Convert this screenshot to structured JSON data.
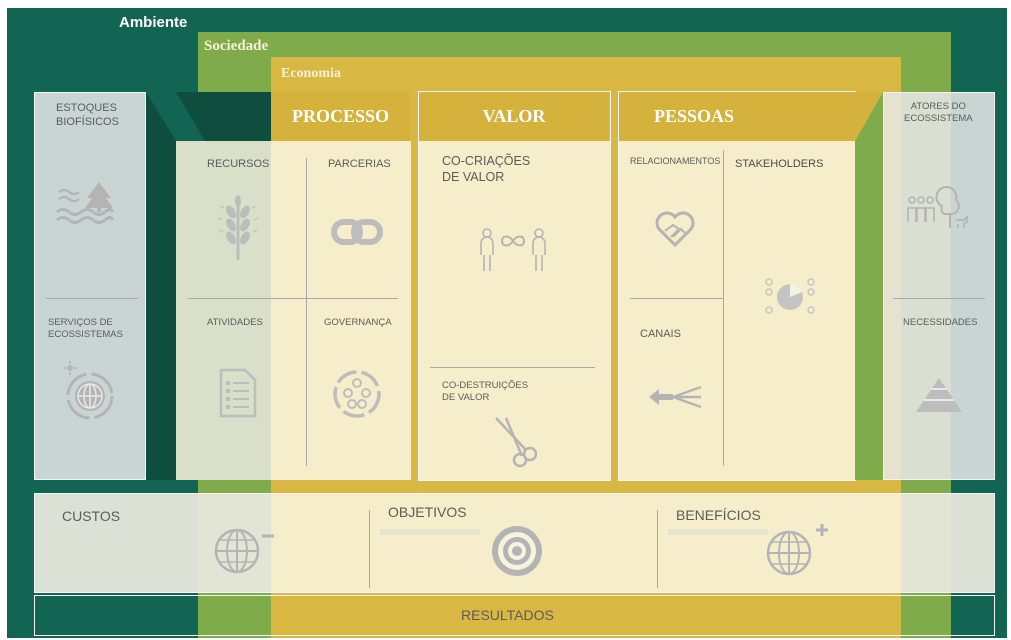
{
  "layers": {
    "ambiente": "Ambiente",
    "sociedade": "Sociedade",
    "economia": "Economia"
  },
  "left": {
    "top_label": "ESTOQUES\nBIOFÍSICOS",
    "bottom_label": "SERVIÇOS DE\nECOSSISTEMAS"
  },
  "processo": {
    "header": "PROCESSO",
    "recursos": "RECURSOS",
    "parcerias": "PARCERIAS",
    "atividades": "ATIVIDADES",
    "governanca": "GOVERNANÇA"
  },
  "valor": {
    "header": "VALOR",
    "cocriacoes": "CO-CRIAÇÕES\nDE VALOR",
    "codestruicoes": "CO-DESTRUIÇÕES\nDE VALOR"
  },
  "pessoas": {
    "header": "PESSOAS",
    "relacionamentos": "RELACIONAMENTOS",
    "stakeholders": "STAKEHOLDERS",
    "canais": "CANAIS"
  },
  "right": {
    "top_label": "ATORES DO\nECOSSISTEMA",
    "bottom_label": "NECESSIDADES"
  },
  "bottom": {
    "custos": "CUSTOS",
    "objetivos": "OBJETIVOS",
    "beneficios": "BENEFÍCIOS",
    "resultados": "RESULTADOS"
  },
  "colors": {
    "ambiente": "#136553",
    "sociedade": "#80ab4b",
    "economia": "#d8b843",
    "header_gold": "#d4b23c",
    "icon_grey": "#b4b4b4"
  },
  "icons": {
    "estoques": "forest-water-icon",
    "servicos": "sun-globe-cycle-icon",
    "recursos": "wheat-icon",
    "parcerias": "chain-link-icon",
    "atividades": "checklist-document-icon",
    "governanca": "network-cycle-icon",
    "cocriacoes": "people-infinity-icon",
    "codestruicoes": "scissors-icon",
    "relacionamentos": "heart-handshake-icon",
    "stakeholders": "people-pie-chart-icon",
    "canais": "arrows-split-icon",
    "atores": "people-tree-dog-icon",
    "necessidades": "pyramid-icon",
    "custos": "globe-minus-icon",
    "objetivos": "target-icon",
    "beneficios": "globe-plus-icon"
  }
}
